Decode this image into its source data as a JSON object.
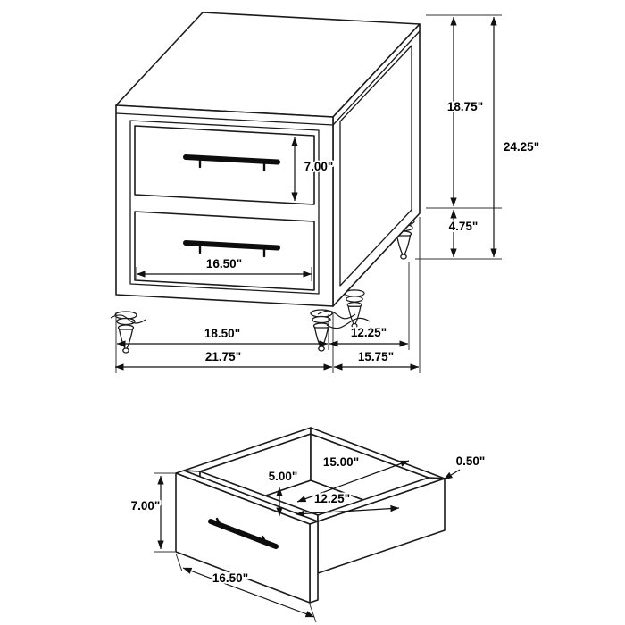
{
  "diagram": {
    "views": [
      "nightstand-isometric",
      "drawer-detail-isometric"
    ]
  },
  "nightstand": {
    "dims": {
      "drawer_front_height": "7.00\"",
      "drawer_front_width": "16.50\"",
      "leg_width_span": "18.50\"",
      "overall_width": "21.75\"",
      "overall_depth": "15.75\"",
      "leg_depth_span": "12.25\"",
      "case_height": "18.75\"",
      "overall_height": "24.25\"",
      "leg_height": "4.75\""
    }
  },
  "drawer": {
    "dims": {
      "front_height": "7.00\"",
      "front_width": "16.50\"",
      "outer_depth": "15.00\"",
      "wall_thickness": "0.50\"",
      "inner_height": "5.00\"",
      "inner_depth": "12.25\""
    }
  },
  "colors": {
    "line": "#1a1a1a",
    "background": "#ffffff",
    "handle": "#0d0d0d"
  }
}
